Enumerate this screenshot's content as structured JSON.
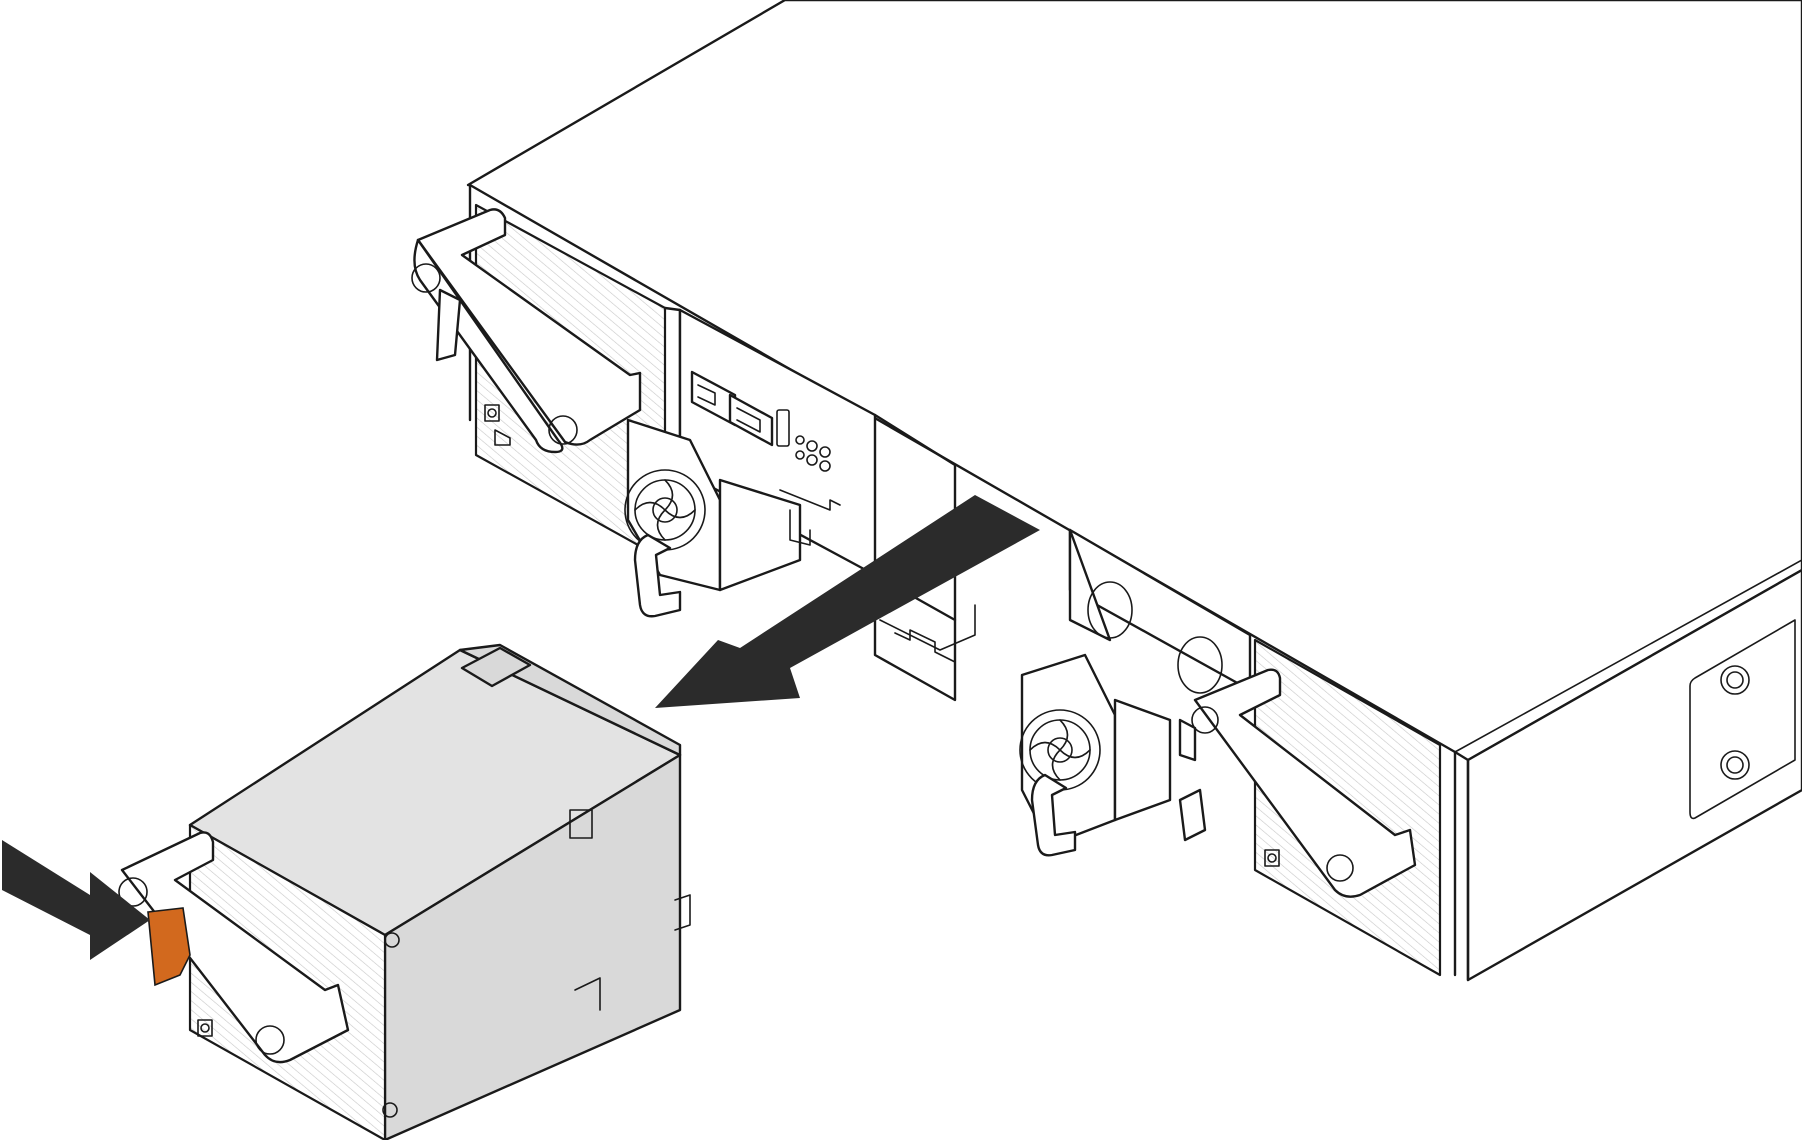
{
  "figure": {
    "kind": "hardware-installation-diagram",
    "components": [
      "server-chassis",
      "power-supply-bay-left",
      "power-supply-bay-right",
      "rear-io-panel",
      "hot-swap-power-supply",
      "release-latch",
      "removal-direction-arrow",
      "press-latch-arrow"
    ],
    "colors": {
      "background": "#ffffff",
      "line": "#1a1a1a",
      "psu_body": "#d9d9d9",
      "arrow": "#2b2b2b",
      "latch_accent": "#d2691e"
    },
    "icons": [
      "fan-icon",
      "handle-icon",
      "usb-port-icon",
      "ethernet-port-icon",
      "led-indicator-icon"
    ]
  }
}
